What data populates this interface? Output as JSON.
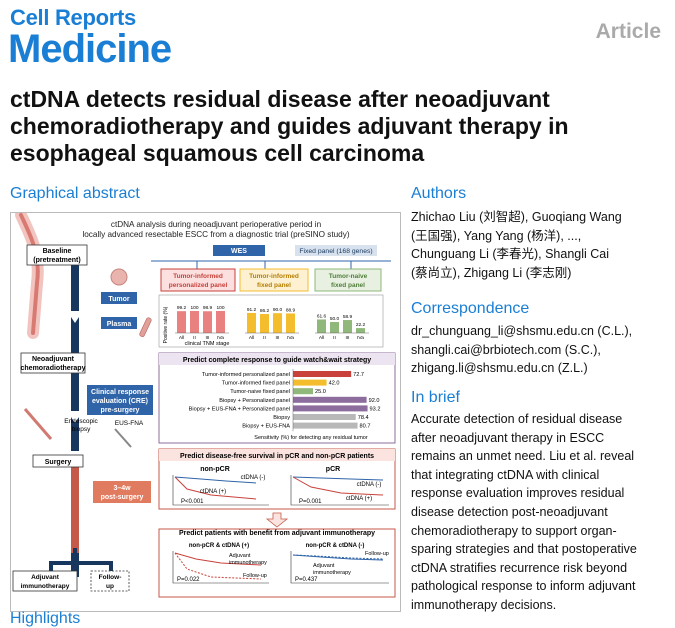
{
  "header": {
    "journal_line1": "Cell Reports",
    "journal_line2": "Medicine",
    "article_type": "Article"
  },
  "title": "ctDNA detects residual disease after neoadjuvant chemoradiotherapy and guides adjuvant therapy in esophageal squamous cell carcinoma",
  "graphical_abstract": {
    "heading": "Graphical abstract",
    "top_title_l1": "ctDNA analysis during neoadjuvant perioperative period in",
    "top_title_l2": "locally advanced resectable ESCC from a diagnostic trial (preSINO study)",
    "timeline": {
      "baseline_l1": "Baseline",
      "baseline_l2": "(pretreatment)",
      "tumor": "Tumor",
      "plasma": "Plasma",
      "neo_l1": "Neoadjuvant",
      "neo_l2": "chemoradiotherapy",
      "cre_l1": "Clinical response",
      "cre_l2": "evaluation (CRE)",
      "cre_l3": "pre-surgery",
      "endoscopic_l1": "Endoscopic",
      "endoscopic_l2": "biopsy",
      "eus": "EUS-FNA",
      "surgery": "Surgery",
      "post_l1": "3–4w",
      "post_l2": "post-surgery",
      "adj_l1": "Adjuvant",
      "adj_l2": "immunotherapy",
      "follow_l1": "Follow-",
      "follow_l2": "up"
    },
    "panels": {
      "wes": "WES",
      "fixed": "Fixed panel (168 genes)",
      "p1_l1": "Tumor-informed",
      "p1_l2": "personalized panel",
      "p2_l1": "Tumor-informed",
      "p2_l2": "fixed panel",
      "p3_l1": "Tumor-naive",
      "p3_l2": "fixed panel"
    },
    "bar_chart": {
      "ylabel": "Positive rate (%)",
      "xlabel": "clinical TNM stage",
      "groups": [
        {
          "panel": "personalized",
          "color": "#e8817f",
          "cats": [
            "All",
            "II",
            "III",
            "IVa"
          ],
          "values": [
            99.2,
            100,
            98.9,
            100
          ],
          "labels": [
            "99.2",
            "100",
            "98.9",
            "100"
          ]
        },
        {
          "panel": "informed_fixed",
          "color": "#f4bd2e",
          "cats": [
            "All",
            "II",
            "III",
            "IVa"
          ],
          "values": [
            91.2,
            86.2,
            90.0,
            88.9
          ],
          "labels": [
            "91.2",
            "86.2",
            "90.0",
            "88.9"
          ]
        },
        {
          "panel": "naive_fixed",
          "color": "#8fb87a",
          "cats": [
            "All",
            "II",
            "III",
            "IVa"
          ],
          "values": [
            61.6,
            50.0,
            58.9,
            22.2
          ],
          "labels": [
            "61.6",
            "50.0",
            "58.9",
            "22.2"
          ]
        }
      ]
    },
    "sensitivity": {
      "title": "Predict complete response to guide watch&wait strategy",
      "xlabel": "Sensitivity (%) for detecting any residual tumor",
      "rows": [
        {
          "label": "Tumor-informed personalized panel",
          "value": 72.7,
          "text": "72.7",
          "color": "#c8413b"
        },
        {
          "label": "Tumor-informed fixed panel",
          "value": 42.0,
          "text": "42.0",
          "color": "#f4bd2e"
        },
        {
          "label": "Tumor-naive fixed panel",
          "value": 25.0,
          "text": "25.0",
          "color": "#8fb87a"
        },
        {
          "label": "Biopsy + Personalized panel",
          "value": 92.0,
          "text": "92.0",
          "color": "#8c6d9e"
        },
        {
          "label": "Biopsy + EUS-FNA + Personalized panel",
          "value": 93.2,
          "text": "93.2",
          "color": "#8c6d9e"
        },
        {
          "label": "Biopsy",
          "value": 78.4,
          "text": "78.4",
          "color": "#b8b8b8"
        },
        {
          "label": "Biopsy + EUS-FNA",
          "value": 80.7,
          "text": "80.7",
          "color": "#b8b8b8"
        }
      ]
    },
    "dfs": {
      "title": "Predict disease-free survival in pCR and non-pCR patients",
      "left_title": "non-pCR",
      "right_title": "pCR",
      "neg": "ctDNA (-)",
      "pos": "ctDNA (+)",
      "p_left": "P<0.001",
      "p_right": "P=0.001"
    },
    "immuno": {
      "title": "Predict patients with benefit from adjuvant immunotherapy",
      "left_title": "non-pCR & ctDNA (+)",
      "right_title": "non-pCR & ctDNA (-)",
      "adj_l1": "Adjuvant",
      "adj_l2": "immunotherapy",
      "follow": "Follow-up",
      "p_left": "P=0.022",
      "p_right": "P=0.437"
    },
    "highlights_peek": "Highlights"
  },
  "authors": {
    "heading": "Authors",
    "lines": [
      "Zhichao Liu (刘智超), Guoqiang Wang",
      "(王国强), Yang Yang (杨洋), ...,",
      "Chunguang Li (李春光), Shangli Cai",
      "(蔡尚立), Zhigang Li (李志刚)"
    ]
  },
  "correspondence": {
    "heading": "Correspondence",
    "lines": [
      "dr_chunguang_li@shsmu.edu.cn (C.L.),",
      "shangli.cai@brbiotech.com (S.C.),",
      "zhigang.li@shsmu.edu.cn (Z.L.)"
    ]
  },
  "in_brief": {
    "heading": "In brief",
    "lines": [
      "Accurate detection of residual disease",
      "after neoadjuvant therapy in ESCC",
      "remains an unmet need. Liu et al. reveal",
      "that integrating ctDNA with clinical",
      "response evaluation improves residual",
      "disease detection post-neoadjuvant",
      "chemoradiotherapy to support organ-",
      "sparing strategies and that postoperative",
      "ctDNA stratifies recurrence risk beyond",
      "pathological response to inform adjuvant",
      "immunotherapy decisions."
    ]
  }
}
